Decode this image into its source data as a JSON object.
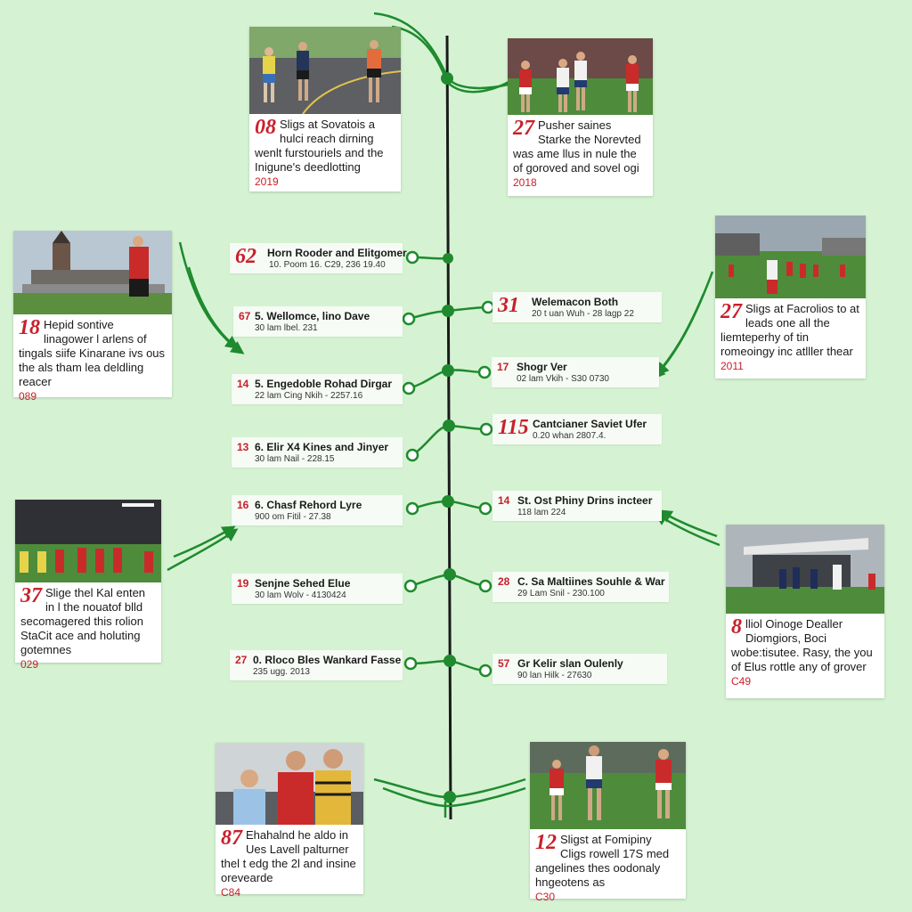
{
  "colors": {
    "background": "#d5f3d3",
    "connector": "#1f8a2e",
    "accent": "#c8202a",
    "spine": "#1a1a1a"
  },
  "photo_cards": [
    {
      "id": "top-left",
      "num": "08",
      "text": "Sligs at Sovatois a hulci reach dirning wenlt furstouriels and the Inigune's deedlotting",
      "year": "2019"
    },
    {
      "id": "top-right",
      "num": "27",
      "text": "Pusher saines Starke the Norevted was ame llus in nule the of goroved and sovel ogi",
      "year": "2018"
    },
    {
      "id": "mid-left",
      "num": "18",
      "text": "Hepid sontive linagower l arlens of tingals siife Kinarane ivs ous the als tham lea deldling reacer",
      "year": "089"
    },
    {
      "id": "mid-right",
      "num": "27",
      "text": "Sligs at Facrolios to at leads one all the liemteperhy of tin romeoingy inc atlller thear",
      "year": "2011"
    },
    {
      "id": "low-left",
      "num": "37",
      "text": "Slige thel Kal enten in l the nouatof blld secomagered this rolion StaCit ace and holuting gotemnes",
      "year": "029"
    },
    {
      "id": "low-right",
      "num": "8",
      "text": "lliol Oinoge Dealler Diomgiors, Boci wobe:tisutee. Rasy, the you of Elus rottle any of grover",
      "year": "C49"
    },
    {
      "id": "bottom-left",
      "num": "87",
      "text": "Ehahalnd he aldo in Ues Lavell palturner thel t edg the 2l and insine orevearde",
      "year": "C84"
    },
    {
      "id": "bottom-right",
      "num": "12",
      "text": "Sligst at Fomipiny Cligs rowell 17S med angelines thes oodonaly hngeotens as",
      "year": "C30"
    }
  ],
  "labels_left": [
    {
      "num": "62",
      "big": true,
      "title": "Horn Rooder and Elitgomer",
      "sub": "10. Poom 16. C29, 236 19.40"
    },
    {
      "num": "67",
      "big": false,
      "title": "5. Wellomce, lino Dave",
      "sub": "30 lam lbel. 231"
    },
    {
      "num": "14",
      "big": false,
      "title": "5. Engedoble Rohad Dirgar",
      "sub": "22 lam Cing Nkih - 2257.16"
    },
    {
      "num": "13",
      "big": false,
      "title": "6. Elir X4 Kines and Jinyer",
      "sub": "30 lam Nail - 228.15"
    },
    {
      "num": "16",
      "big": false,
      "title": "6. Chasf Rehord Lyre",
      "sub": "900 om Fitil - 27.38"
    },
    {
      "num": "19",
      "big": false,
      "title": "Senjne Sehed Elue",
      "sub": "30 lam Wolv - 4130424"
    },
    {
      "num": "27",
      "big": false,
      "title": "0. Rloco Bles Wankard Fasse",
      "sub": "235 ugg. 2013"
    }
  ],
  "labels_right": [
    {
      "num": "31",
      "big": true,
      "title": "Welemacon Both",
      "sub": "20 t uan Wuh - 28 lagp 22"
    },
    {
      "num": "17",
      "big": false,
      "title": "Shogr Ver",
      "sub": "02 lam Vkih - S30 0730"
    },
    {
      "num": "115",
      "big": true,
      "title": "Cantcianer Saviet Ufer",
      "sub": "0.20 whan 2807.4."
    },
    {
      "num": "14",
      "big": false,
      "title": "St. Ost Phiny Drins incteer",
      "sub": "118 lam 224"
    },
    {
      "num": "28",
      "big": false,
      "title": "C. Sa Maltiines Souhle & War",
      "sub": "29 Lam Snil - 230.100"
    },
    {
      "num": "57",
      "big": false,
      "title": "Gr Kelir slan Oulenly",
      "sub": "90 lan Hilk - 27630"
    }
  ]
}
